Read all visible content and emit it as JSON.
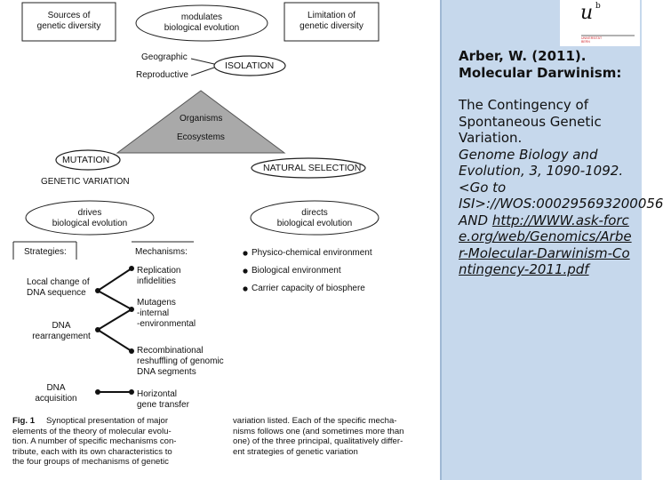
{
  "figure": {
    "boxes": {
      "sources": "Sources of\ngenetic diversity",
      "modulates": "modulates\nbiological evolution",
      "limitation": "Limitation of\ngenetic diversity"
    },
    "labels": {
      "geographic": "Geographic",
      "reproductive": "Reproductive",
      "isolation": "ISOLATION",
      "organisms": "Organisms",
      "ecosystems": "Ecosystems",
      "mutation": "MUTATION",
      "natural_selection": "NATURAL SELECTION",
      "genetic_variation": "GENETIC VARIATION",
      "drives": "drives\nbiological evolution",
      "directs": "directs\nbiological evolution",
      "strategies_header": "Strategies:",
      "mechanisms_header": "Mechanisms:"
    },
    "environment": [
      "Physico-chemical environment",
      "Biological environment",
      "Carrier capacity of biosphere"
    ],
    "strategies": [
      "Local change of\nDNA sequence",
      "DNA\nrearrangement",
      "DNA\nacquisition"
    ],
    "mechanisms": [
      "Replication\ninfidelities",
      "Mutagens\n-internal\n-environmental",
      "Recombinational\nreshuffling of genomic\nDNA segments",
      "Horizontal\ngene transfer"
    ],
    "caption": {
      "fig_label": "Fig. 1",
      "col1": "Synoptical presentation of major\nelements of the theory of molecular evolu-\ntion. A number of specific mechanisms con-\ntribute, each with its own characteristics to\nthe four groups of mechanisms of genetic",
      "col2": "variation listed. Each of the specific mecha-\nnisms follows one (and sometimes more than\none) of the three principal, qualitatively differ-\nent strategies of genetic variation"
    }
  },
  "reference": {
    "authors_year": "Arber, W. (2011).",
    "title_bold": "Molecular Darwinism:",
    "title_rest": "The Contingency of Spontaneous Genetic Variation.",
    "journal": "Genome Biology and Evolution, 3, 1090-1092. <Go to ISI>://WOS:000295693200056 AND",
    "link": "http://WWW.ask-force.org/web/Genomics/Arber-Molecular-Darwinism-Contingency-2011.pdf"
  },
  "logo": {
    "glyph": "u",
    "superscript": "b",
    "tagline": "UNIVERSITÄT\nBERN"
  },
  "colors": {
    "panel_bg": "#c6d8ec",
    "logo_red": "#d0262c"
  }
}
